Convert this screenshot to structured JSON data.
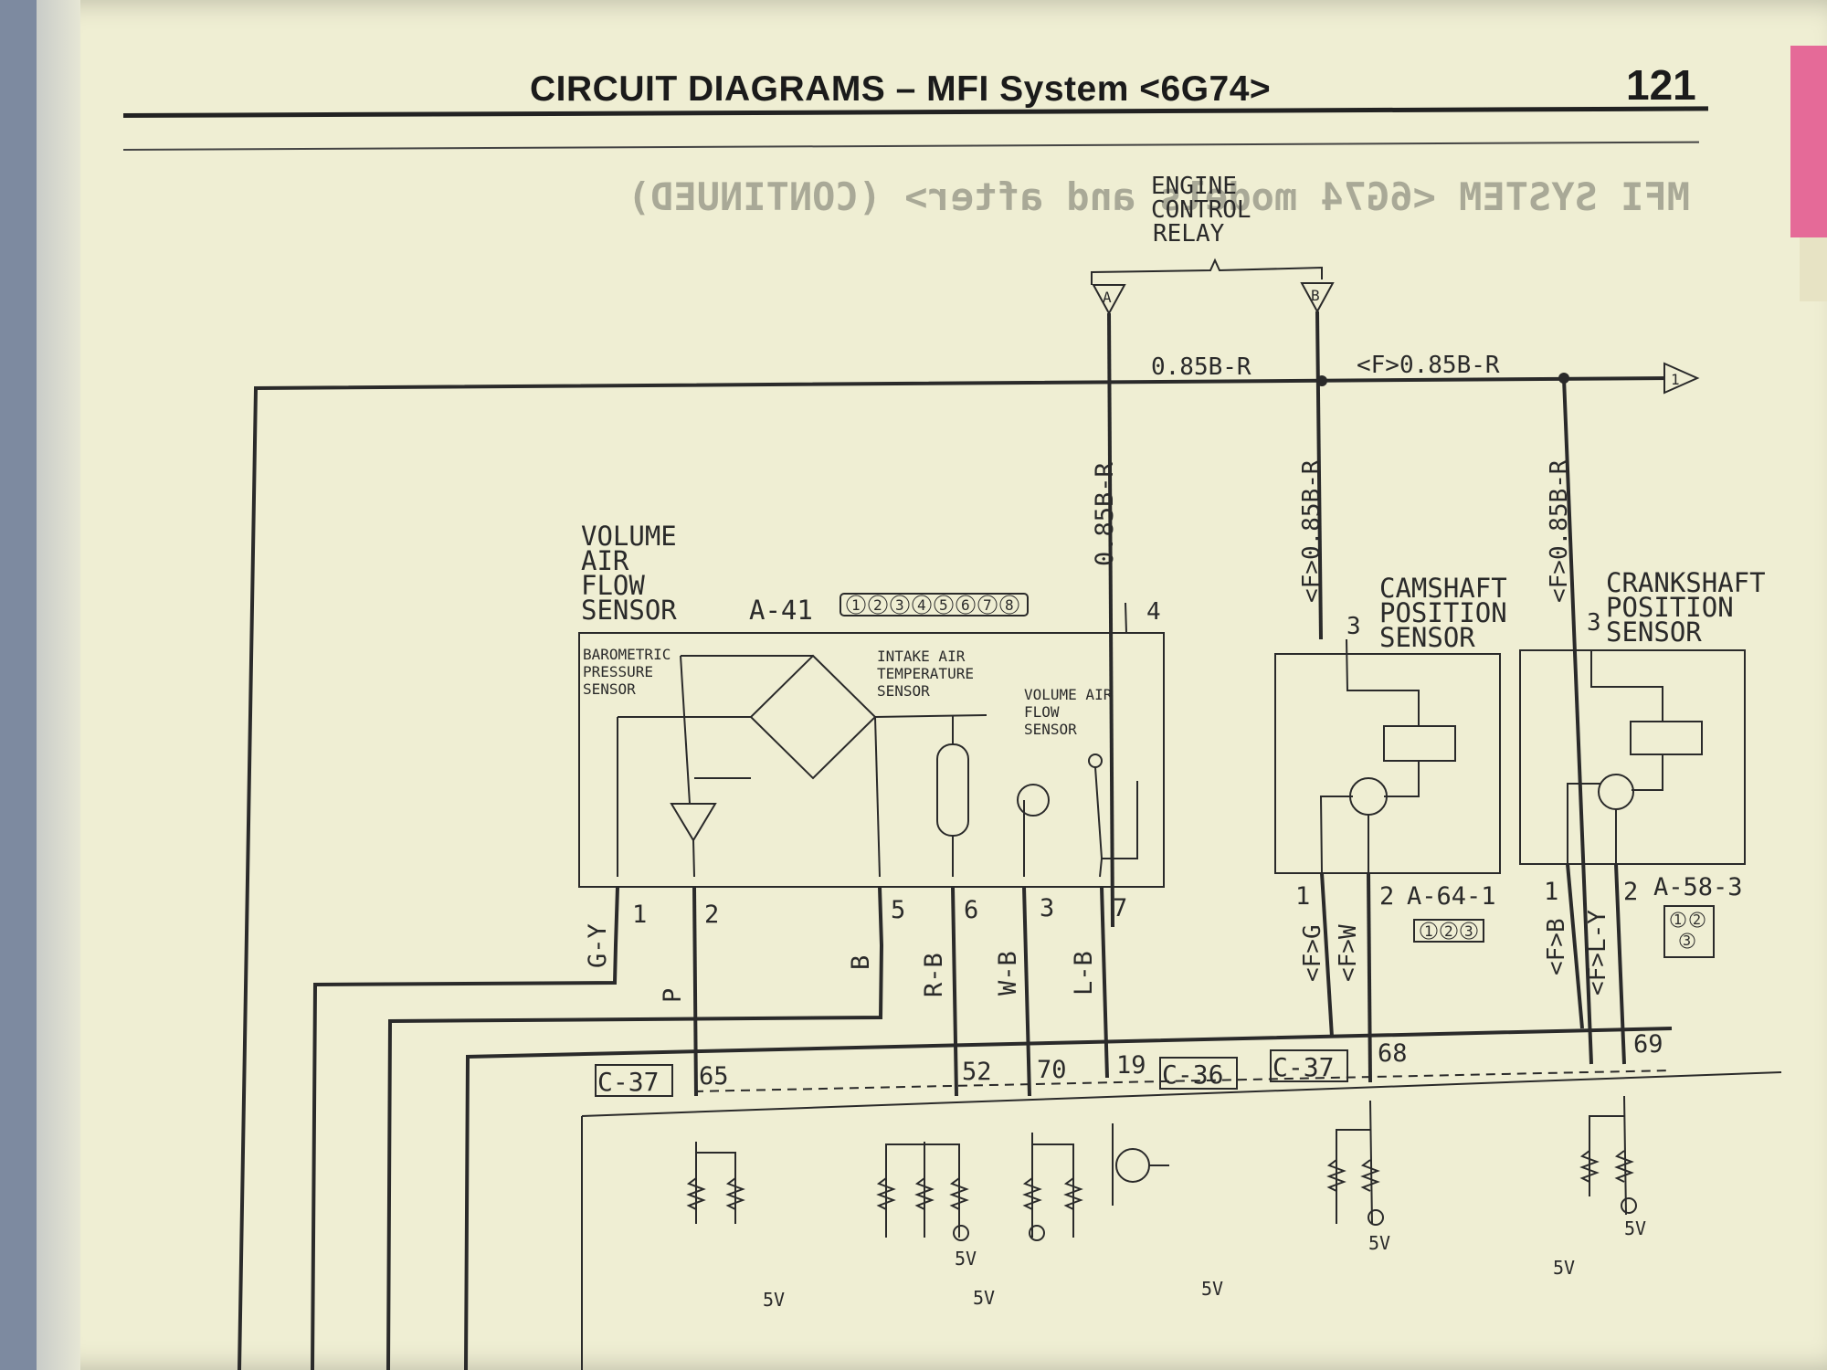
{
  "header": {
    "title": "CIRCUIT DIAGRAMS – MFI System <6G74>",
    "page_number": "121"
  },
  "relay": {
    "label_lines": [
      "ENGINE",
      "CONTROL",
      "RELAY"
    ],
    "terminal_a": "A",
    "terminal_b": "B"
  },
  "main_line": {
    "wire_left": "0.85B-R",
    "wire_right": "<F>0.85B-R",
    "continue_marker": "1"
  },
  "vaf": {
    "label_lines": [
      "VOLUME",
      "AIR",
      "FLOW",
      "SENSOR"
    ],
    "connector_id": "A-41",
    "connector_pins": [
      "1",
      "2",
      "3",
      "4",
      "5",
      "6",
      "7",
      "8"
    ],
    "power_wire": "0.85B-R",
    "power_pin": "4",
    "sub_baro": [
      "BAROMETRIC",
      "PRESSURE",
      "SENSOR"
    ],
    "sub_iat": [
      "INTAKE AIR",
      "TEMPERATURE",
      "SENSOR"
    ],
    "sub_vaf": [
      "VOLUME AIR",
      "FLOW",
      "SENSOR"
    ],
    "pins": [
      "1",
      "2",
      "5",
      "6",
      "3",
      "7"
    ],
    "wires": [
      "G-Y",
      "P",
      "B",
      "R-B",
      "W-B",
      "L-B"
    ]
  },
  "cam": {
    "label_lines": [
      "CAMSHAFT",
      "POSITION",
      "SENSOR"
    ],
    "power_wire": "<F>0.85B-R",
    "power_pin": "3",
    "pins": [
      "1",
      "2"
    ],
    "wires": [
      "<F>G",
      "<F>W"
    ],
    "connector_id": "A-64-1",
    "connector_pins": [
      "1",
      "2",
      "3"
    ]
  },
  "crank": {
    "label_lines": [
      "CRANKSHAFT",
      "POSITION",
      "SENSOR"
    ],
    "power_wire": "<F>0.85B-R",
    "power_pin": "3",
    "pins": [
      "1",
      "2"
    ],
    "wires": [
      "<F>B",
      "<F>L-Y"
    ],
    "connector_id": "A-58-3",
    "connector_pins": [
      "1",
      "2",
      "3"
    ]
  },
  "ecu": {
    "pins": [
      "65",
      "52",
      "70",
      "19",
      "68",
      "69"
    ],
    "connectors": [
      "C-37",
      "C-36",
      "C-37"
    ],
    "supply_labels": [
      "5V",
      "5V",
      "5V",
      "5V",
      "5V",
      "5V",
      "5V"
    ]
  },
  "bleed_through": "MFI SYSTEM <6G74 models and after> (CONTINUED)",
  "colors": {
    "paper": "#efeed3",
    "ink": "#2a2a2a",
    "tab": "#e56a98",
    "background": "#7d8aa0"
  }
}
